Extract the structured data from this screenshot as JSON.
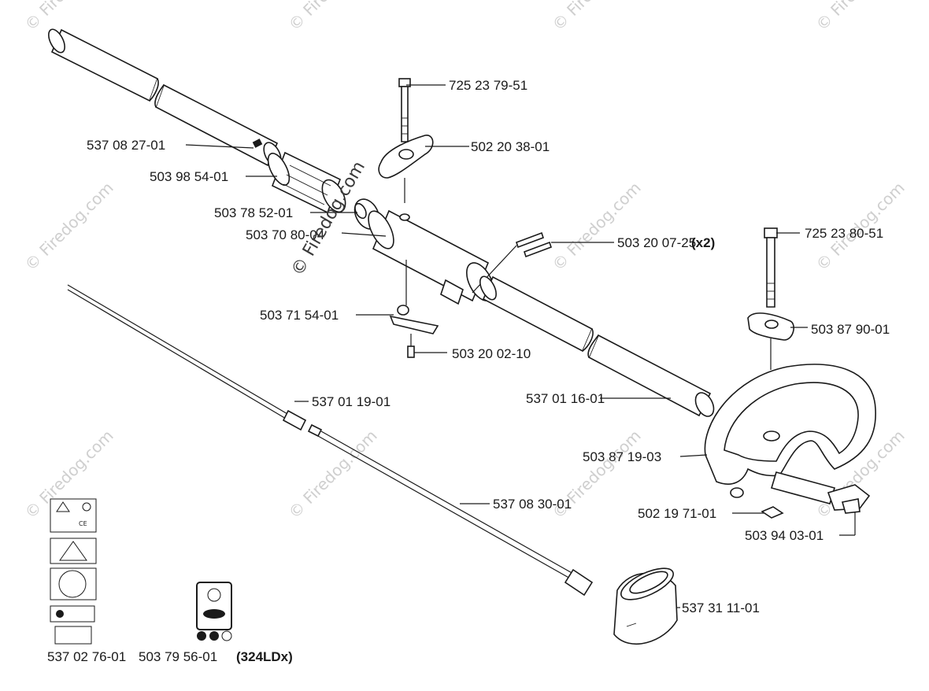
{
  "watermark": {
    "text": "© Firedog.com",
    "center_text": "© Firedog.com"
  },
  "callouts": [
    {
      "id": "p1",
      "number": "725 23 79-51",
      "suffix": ""
    },
    {
      "id": "p2",
      "number": "502 20 38-01",
      "suffix": ""
    },
    {
      "id": "p3",
      "number": "537 08 27-01",
      "suffix": ""
    },
    {
      "id": "p4",
      "number": "503 98 54-01",
      "suffix": ""
    },
    {
      "id": "p5",
      "number": "503 78 52-01",
      "suffix": ""
    },
    {
      "id": "p6",
      "number": "503 70 80-04",
      "suffix": ""
    },
    {
      "id": "p7",
      "number": "503 20 07-25",
      "suffix": "(x2)"
    },
    {
      "id": "p8",
      "number": "725 23 80-51",
      "suffix": ""
    },
    {
      "id": "p9",
      "number": "503 71 54-01",
      "suffix": ""
    },
    {
      "id": "p10",
      "number": "503 87 90-01",
      "suffix": ""
    },
    {
      "id": "p11",
      "number": "503 20 02-10",
      "suffix": ""
    },
    {
      "id": "p12",
      "number": "537 01 19-01",
      "suffix": ""
    },
    {
      "id": "p13",
      "number": "537 01 16-01",
      "suffix": ""
    },
    {
      "id": "p14",
      "number": "503 87 19-03",
      "suffix": ""
    },
    {
      "id": "p15",
      "number": "502 19 71-01",
      "suffix": ""
    },
    {
      "id": "p16",
      "number": "503 94 03-01",
      "suffix": ""
    },
    {
      "id": "p17",
      "number": "537 08 30-01",
      "suffix": ""
    },
    {
      "id": "p18",
      "number": "537 31 11-01",
      "suffix": ""
    },
    {
      "id": "p19",
      "number": "537 02 76-01",
      "suffix": ""
    },
    {
      "id": "p20",
      "number": "503 79 56-01",
      "suffix": "(324LDx)"
    }
  ]
}
